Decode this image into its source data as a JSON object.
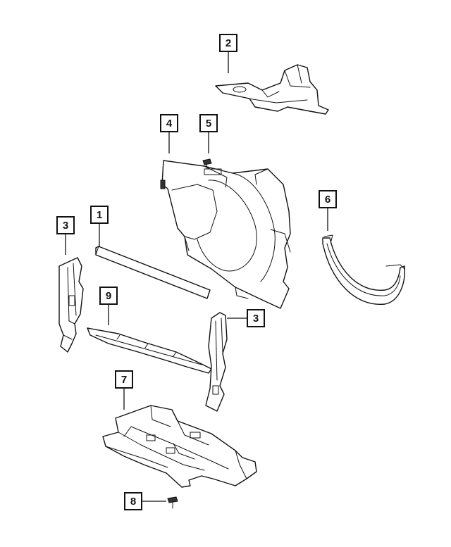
{
  "callouts": [
    {
      "id": "c2",
      "label": "2"
    },
    {
      "id": "c4",
      "label": "4"
    },
    {
      "id": "c5",
      "label": "5"
    },
    {
      "id": "c6",
      "label": "6"
    },
    {
      "id": "c1",
      "label": "1"
    },
    {
      "id": "c3a",
      "label": "3"
    },
    {
      "id": "c9",
      "label": "9"
    },
    {
      "id": "c3b",
      "label": "3"
    },
    {
      "id": "c7",
      "label": "7"
    },
    {
      "id": "c8",
      "label": "8"
    }
  ]
}
